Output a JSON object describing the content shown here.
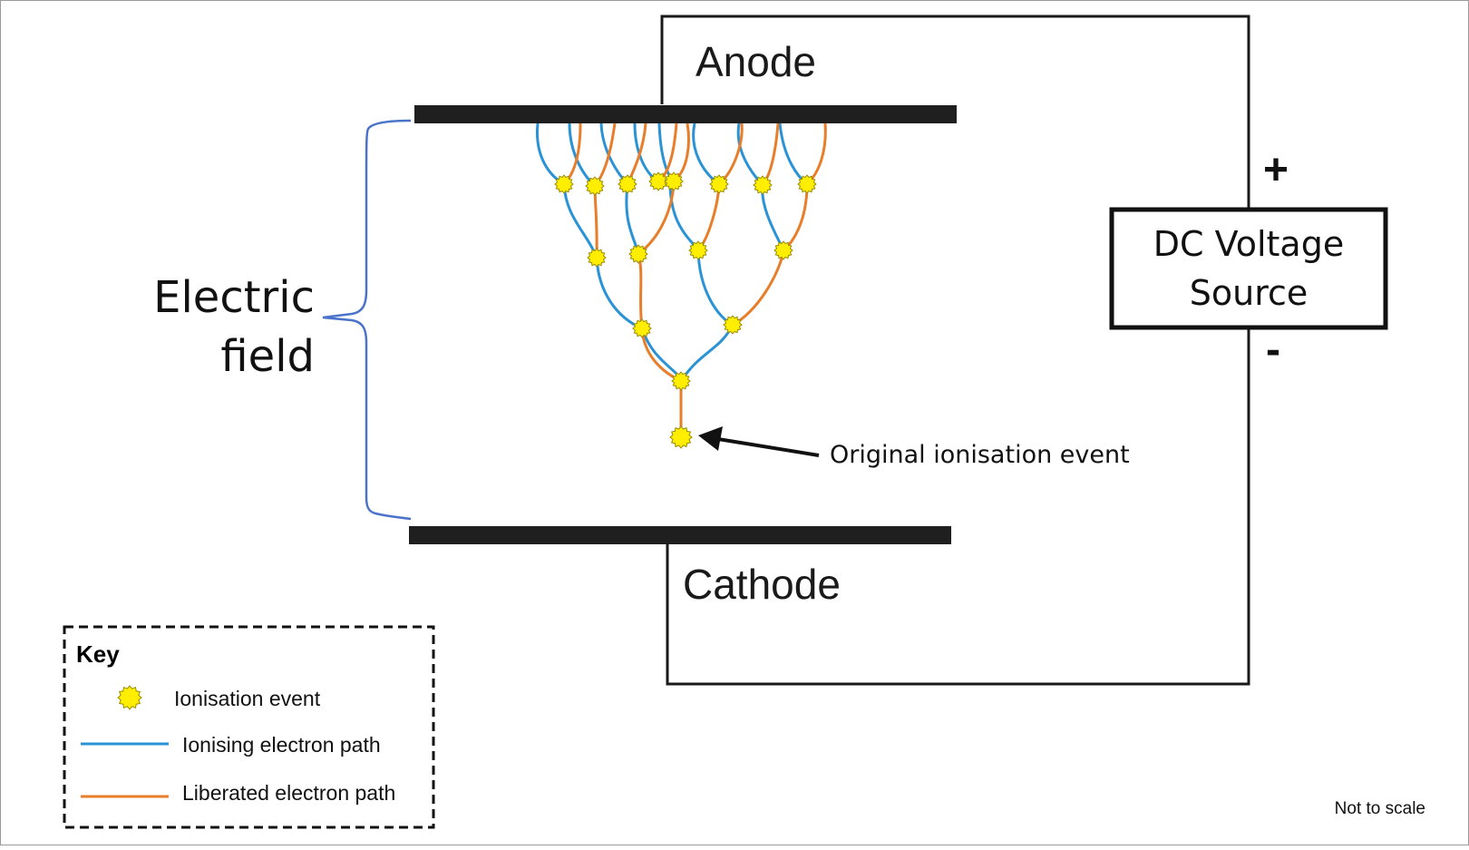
{
  "labels": {
    "anode": "Anode",
    "cathode": "Cathode",
    "field_line1": "Electric",
    "field_line2": "field",
    "source_line1": "DC Voltage",
    "source_line2": "Source",
    "plus": "+",
    "minus": "-",
    "annotation": "Original ionisation event",
    "note": "Not to scale"
  },
  "key": {
    "title": "Key",
    "items": [
      {
        "label": "Ionisation event"
      },
      {
        "label": "Ionising electron path"
      },
      {
        "label": "Liberated electron path"
      }
    ]
  },
  "colors": {
    "ionising_path": "#2a93d5",
    "liberated_path": "#e87d2a",
    "event_fill": "#ffee00",
    "plate": "#1f1f1f",
    "field_brace": "#4a73c9"
  }
}
